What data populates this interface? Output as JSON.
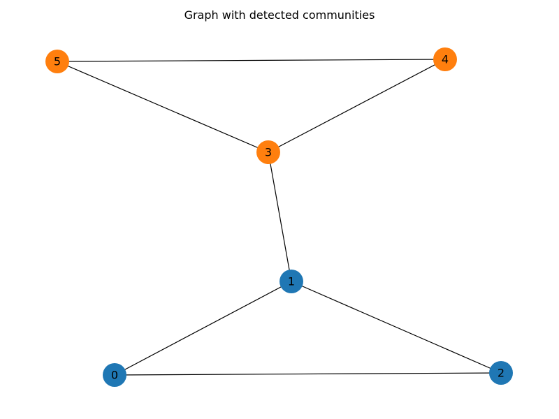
{
  "title": "Graph with detected communities",
  "colors": {
    "community_a": "#1f77b4",
    "community_b": "#ff7f0e",
    "edge": "#000000",
    "background": "#ffffff"
  },
  "graph": {
    "nodes": [
      {
        "id": "0",
        "label": "0",
        "community": "community_a"
      },
      {
        "id": "1",
        "label": "1",
        "community": "community_a"
      },
      {
        "id": "2",
        "label": "2",
        "community": "community_a"
      },
      {
        "id": "3",
        "label": "3",
        "community": "community_b"
      },
      {
        "id": "4",
        "label": "4",
        "community": "community_b"
      },
      {
        "id": "5",
        "label": "5",
        "community": "community_b"
      }
    ],
    "edges": [
      [
        "0",
        "1"
      ],
      [
        "0",
        "2"
      ],
      [
        "1",
        "2"
      ],
      [
        "1",
        "3"
      ],
      [
        "3",
        "4"
      ],
      [
        "3",
        "5"
      ],
      [
        "4",
        "5"
      ]
    ]
  }
}
